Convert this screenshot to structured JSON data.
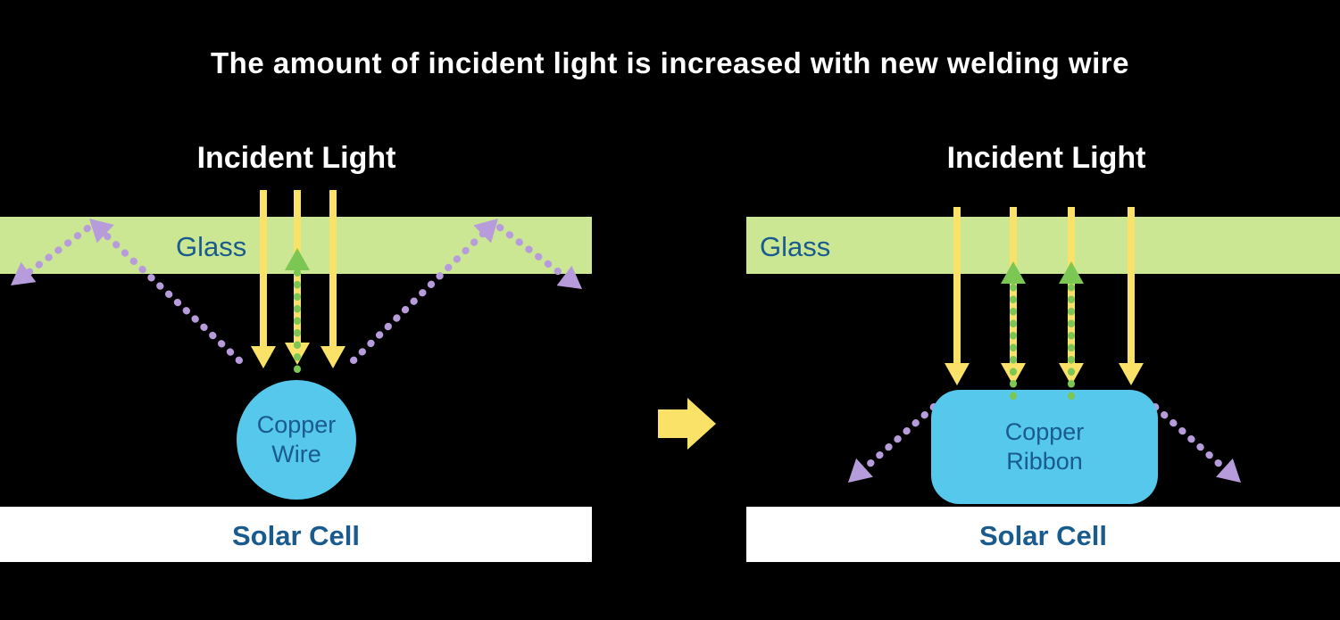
{
  "title": "The amount of incident light is increased with new welding wire",
  "colors": {
    "background": "#000000",
    "title_text": "#ffffff",
    "glass_fill": "#cbe794",
    "solar_fill": "#ffffff",
    "yellow": "#f9e267",
    "purple": "#b79cdb",
    "green": "#7cc653",
    "blue": "#55c8eb",
    "label_blue": "#1a5b8e"
  },
  "left": {
    "incident_light": "Incident Light",
    "glass": "Glass",
    "conductor_line1": "Copper",
    "conductor_line2": "Wire",
    "solar_cell": "Solar Cell"
  },
  "right": {
    "incident_light": "Incident Light",
    "glass": "Glass",
    "conductor_line1": "Copper",
    "conductor_line2": "Ribbon",
    "solar_cell": "Solar Cell"
  }
}
